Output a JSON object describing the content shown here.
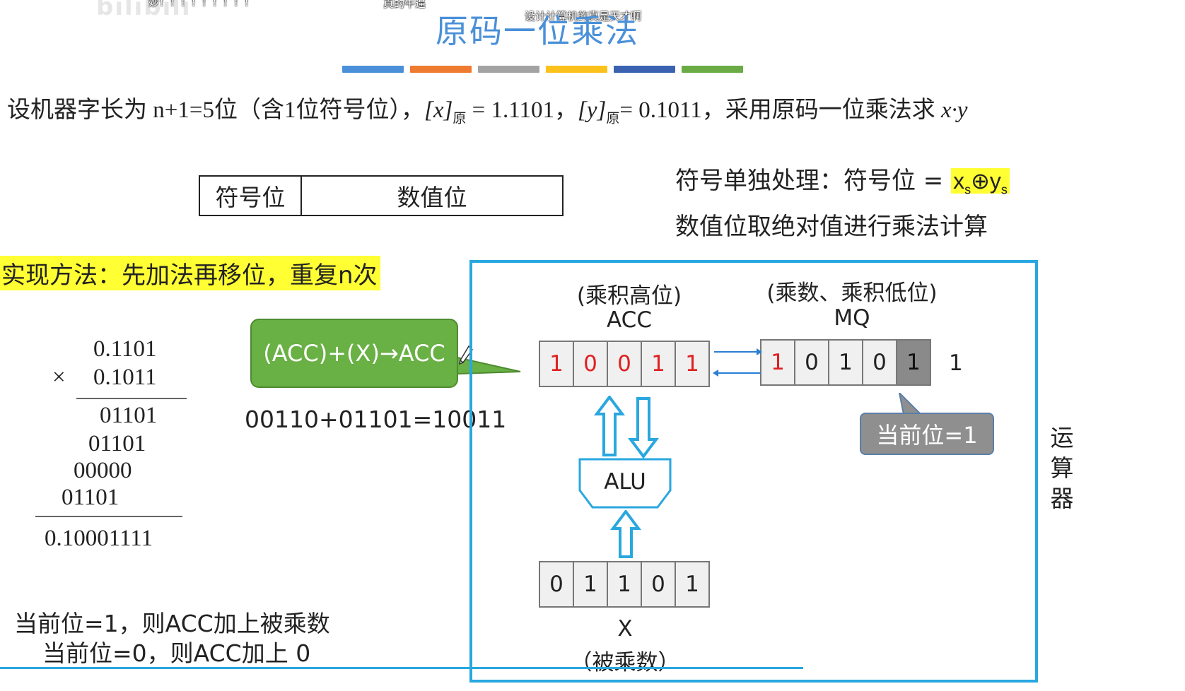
{
  "overlay": {
    "watermark": "bilibili",
    "danmaku": [
      "妙！！！！！！！！！",
      "真的牛逼",
      "设计计算机的真是天才啊"
    ]
  },
  "title": "原码一位乘法",
  "color_bars": [
    "#4a90d9",
    "#ee7b30",
    "#a3a3a3",
    "#fcc21b",
    "#3a62b0",
    "#6bab45"
  ],
  "problem": {
    "prefix": "设机器字长为 n+1=5位（含1位符号位），",
    "x_label": "[x]",
    "x_sub": "原",
    "x_val": " = 1.1101，",
    "y_label": "[y]",
    "y_sub": "原",
    "y_val": "= 0.1011，采用原码一位乘法求 ",
    "expr": "x·y"
  },
  "format_table": {
    "sign": "符号位",
    "value": "数值位"
  },
  "sign_note": {
    "text": "符号单独处理：符号位 = ",
    "xs": "x",
    "s1": "s",
    "xor": "⊕",
    "ys": "y",
    "s2": "s"
  },
  "value_note": "数值位取绝对值进行乘法计算",
  "method": "实现方法：先加法再移位，重复n次",
  "calc": {
    "multiplicand": "0.1101",
    "times": "×",
    "multiplier": "0.1011",
    "partials": [
      "01101",
      "01101",
      "00000",
      "01101"
    ],
    "result": "0.10001111"
  },
  "green_callout": "(ACC)+(X)→ACC",
  "equation": "00110+01101=10011",
  "acc": {
    "caption": "(乘积高位)",
    "name": "ACC",
    "bits": [
      "1",
      "0",
      "0",
      "1",
      "1"
    ]
  },
  "mq": {
    "caption": "(乘数、乘积低位)",
    "name": "MQ",
    "bits": [
      "1",
      "0",
      "1",
      "0",
      "1"
    ],
    "overflow_bit": "1"
  },
  "current_bit_callout": "当前位=1",
  "alu_label": "ALU",
  "x_reg": {
    "bits": [
      "0",
      "1",
      "1",
      "0",
      "1"
    ],
    "name": "X",
    "caption": "（被乘数）"
  },
  "panel_label": [
    "运",
    "算",
    "器"
  ],
  "rules": [
    "当前位=1，则ACC加上被乘数",
    "当前位=0，则ACC加上 0"
  ]
}
